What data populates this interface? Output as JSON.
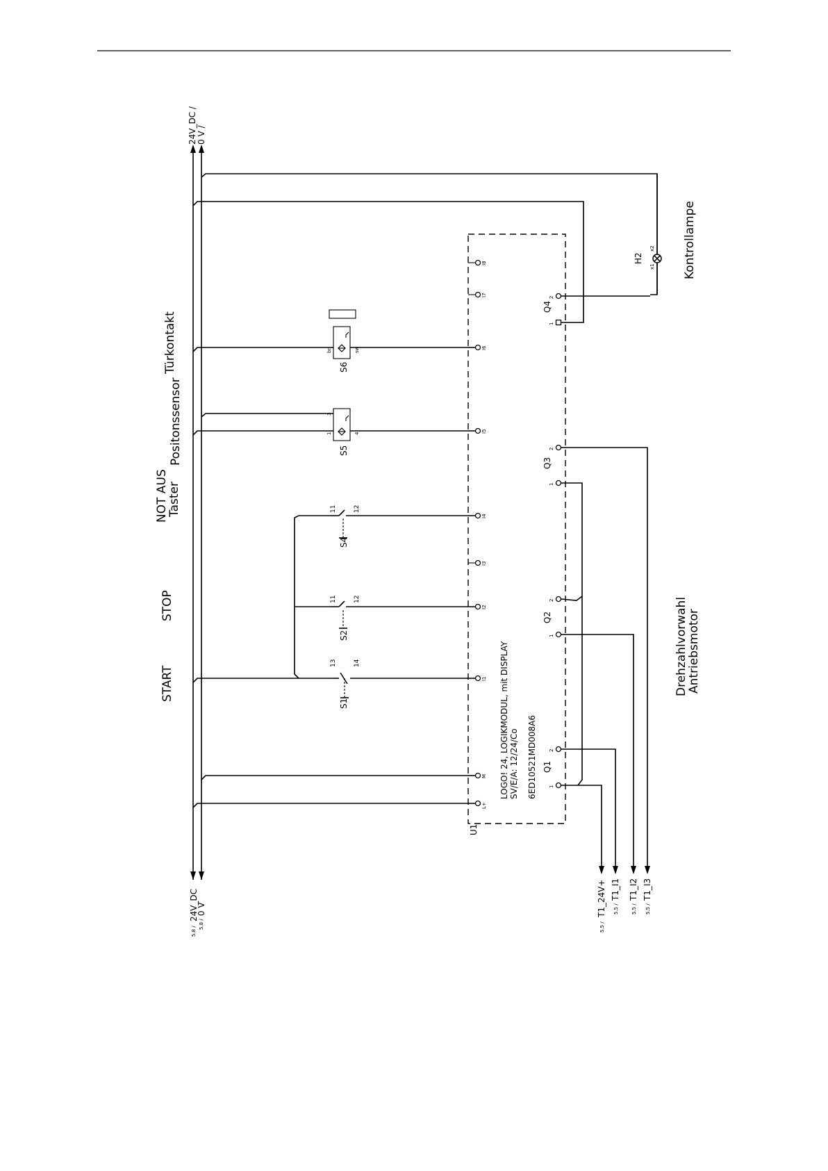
{
  "diagram": {
    "group_labels": {
      "start": "START",
      "stop": "STOP",
      "not_aus_1": "NOT AUS",
      "not_aus_2": "Taster",
      "positionssensor": "Positonssensor",
      "tuerkontakt": "Türkontakt",
      "kontrolllampe": "Kontrollampe",
      "drehzahl_1": "Drehzahlvorwahl",
      "drehzahl_2": "Antriebsmotor"
    },
    "bus": {
      "top_1": "24V_DC /",
      "top_2": "0 V /",
      "bottom_ref_1": "5.8 /",
      "bottom_net_1": "24V_DC",
      "bottom_ref_2": "5.8 /",
      "bottom_net_2": "0 V"
    },
    "logo_module": {
      "tag": "U1",
      "line1": "LOGO! 24, LOGIKMODUL, mit DISPLAY",
      "line2": "SV/E/A: 12/24/Co",
      "line3": "6ED10521MD008A6",
      "inputs": [
        "L+",
        "M",
        "I1",
        "I2",
        "I3",
        "I4",
        "I5",
        "I6",
        "I7",
        "I8"
      ],
      "outputs": [
        {
          "tag": "Q1",
          "pins": [
            "1",
            "2"
          ]
        },
        {
          "tag": "Q2",
          "pins": [
            "1",
            "2"
          ]
        },
        {
          "tag": "Q3",
          "pins": [
            "1",
            "2"
          ]
        },
        {
          "tag": "Q4",
          "pins": [
            "1",
            "2"
          ]
        }
      ]
    },
    "devices": {
      "s1": {
        "tag": "S1",
        "pin_a": "13",
        "pin_b": "14"
      },
      "s2": {
        "tag": "S2",
        "pin_a": "11",
        "pin_b": "12"
      },
      "s4": {
        "tag": "S4",
        "pin_a": "11",
        "pin_b": "12"
      },
      "s5": {
        "tag": "S5",
        "pin_a": "1",
        "pin_b": "4",
        "pin_c": "3"
      },
      "s6": {
        "tag": "S6",
        "pin_a": "bn",
        "pin_b": "sw"
      },
      "h2": {
        "tag": "H2",
        "pin_a": "x1",
        "pin_b": "x2"
      }
    },
    "outputs_ref": [
      {
        "ref": "5.5 /",
        "net": "T1_24V+"
      },
      {
        "ref": "5.5 /",
        "net": "T1_I1"
      },
      {
        "ref": "5.5 /",
        "net": "T1_I2"
      },
      {
        "ref": "5.5 /",
        "net": "T1_I3"
      }
    ]
  }
}
